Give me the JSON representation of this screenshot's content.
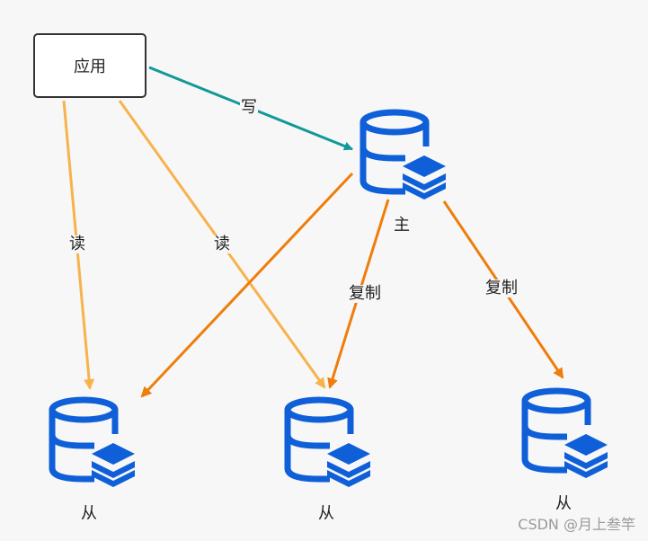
{
  "app": {
    "label": "应用"
  },
  "nodes": {
    "master": {
      "label": "主"
    },
    "slave1": {
      "label": "从"
    },
    "slave2": {
      "label": "从"
    },
    "slave3": {
      "label": "从"
    }
  },
  "edges": {
    "write": "写",
    "read1": "读",
    "read2": "读",
    "replicate1": "复制",
    "replicate2": "复制"
  },
  "colors": {
    "write": "#11999a",
    "read": "#f7b24c",
    "replicate": "#ef7d0b",
    "db": "#0e5fd8"
  },
  "icons": [
    "database-stack-icon"
  ],
  "watermark": "CSDN @月上叁竿"
}
